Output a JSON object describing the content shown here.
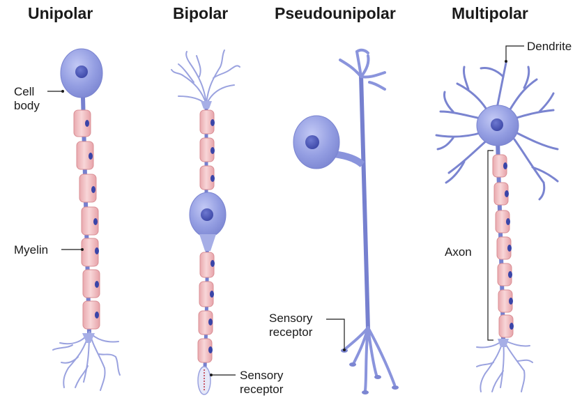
{
  "titles": {
    "unipolar": "Unipolar",
    "bipolar": "Bipolar",
    "pseudounipolar": "Pseudounipolar",
    "multipolar": "Multipolar"
  },
  "labels": {
    "cell_body": "Cell\nbody",
    "myelin": "Myelin",
    "sensory_receptor_bipolar": "Sensory\nreceptor",
    "sensory_receptor_pseudo": "Sensory\nreceptor",
    "dendrite": "Dendrite",
    "axon": "Axon"
  },
  "colors": {
    "soma": "#8e98e0",
    "soma_light": "#b9c0f2",
    "nucleus": "#4a56b8",
    "axon": "#7680cf",
    "myelin_fill": "#f3c3c6",
    "myelin_stroke": "#d98f95",
    "myelin_nucleus": "#3a45a8",
    "label_line": "#1a1a1a",
    "text": "#1a1a1a"
  }
}
